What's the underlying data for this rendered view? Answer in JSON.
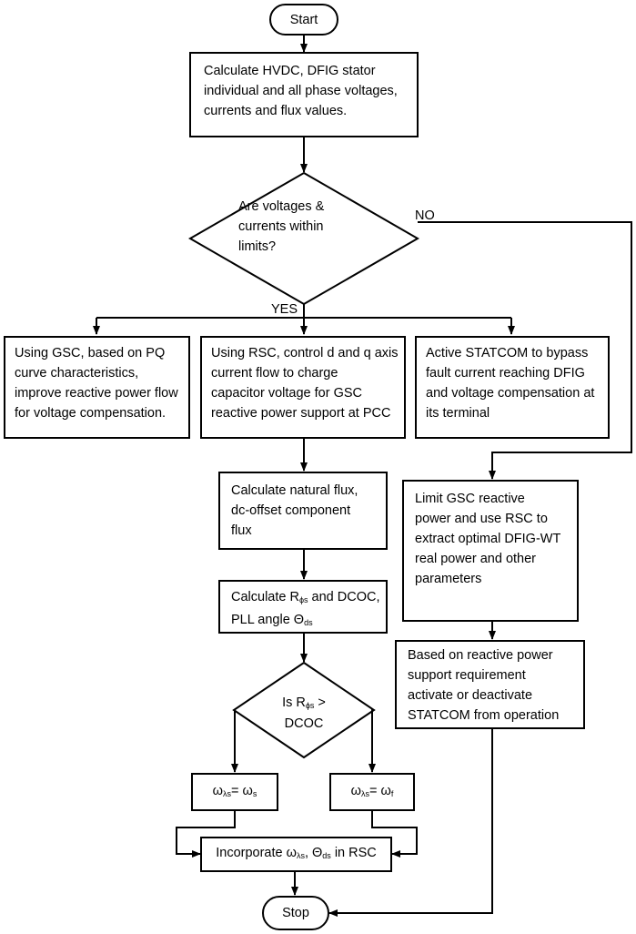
{
  "start": "Start",
  "calc_hvdc": [
    "Calculate HVDC, DFIG stator",
    "individual and all phase voltages,",
    "currents and flux values."
  ],
  "decision_limits": [
    "Are voltages &",
    "currents within",
    "limits?"
  ],
  "no_label": "NO",
  "yes_label": "YES",
  "gsc_box": [
    "Using GSC, based on PQ",
    "curve characteristics,",
    "improve reactive power flow",
    "for voltage compensation."
  ],
  "rsc_box": [
    "Using RSC, control d and q axis",
    "current flow to charge",
    "capacitor voltage for GSC",
    "reactive power support at PCC"
  ],
  "statcom_box": [
    "Active STATCOM to bypass",
    "fault current reaching DFIG",
    "and voltage compensation at",
    "its terminal"
  ],
  "natural_flux": [
    "Calculate natural flux,",
    "dc-offset component",
    "flux"
  ],
  "calc_r": {
    "prefix": "Calculate R",
    "r_sub": "ϕs",
    "mid": " and DCOC,",
    "line2_prefix": "PLL angle Θ",
    "theta_sub": "ds"
  },
  "decision_r": {
    "prefix": "Is R",
    "r_sub": "ϕs",
    "suffix": " >",
    "line2": "DCOC"
  },
  "omega_s": {
    "w": "ω",
    "w_sub": "λs",
    "eq": "= ω",
    "rhs_sub": "s"
  },
  "omega_f": {
    "w": "ω",
    "w_sub": "λs",
    "eq": "= ω",
    "rhs_sub": "f"
  },
  "limit_gsc": [
    "Limit GSC reactive",
    "power and use RSC to",
    "extract optimal DFIG-WT",
    "real power and other",
    "parameters"
  ],
  "reactive_support": [
    "Based on reactive power",
    "support requirement",
    "activate or deactivate",
    "STATCOM from operation"
  ],
  "incorporate": {
    "prefix": "Incorporate ω",
    "w_sub": "λs",
    "mid": ", Θ",
    "theta_sub": "ds",
    "suffix": " in RSC"
  },
  "stop": "Stop"
}
